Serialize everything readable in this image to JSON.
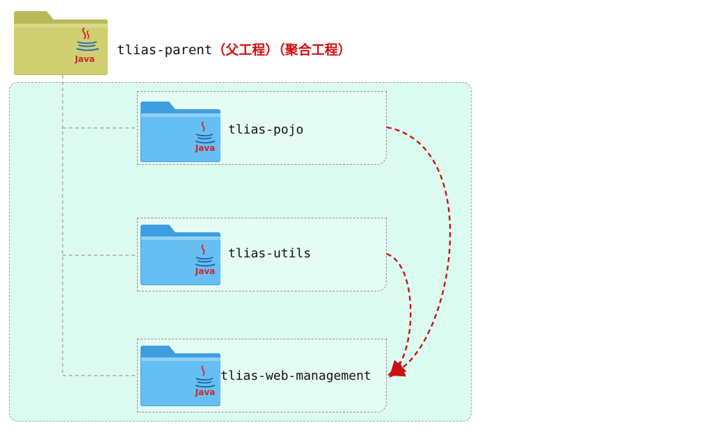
{
  "parent": {
    "name": "tlias-parent",
    "label1": "（父工程）",
    "label2": "（聚合工程）",
    "folder_color": "#c8c86a"
  },
  "modules": [
    {
      "name": "tlias-pojo"
    },
    {
      "name": "tlias-utils"
    },
    {
      "name": "tlias-web-management"
    }
  ],
  "icon_text": "Java",
  "colors": {
    "module_folder": "#5fb8ee",
    "dependency_arrow": "#cc1111",
    "container_bg": "#dcfbf0"
  }
}
